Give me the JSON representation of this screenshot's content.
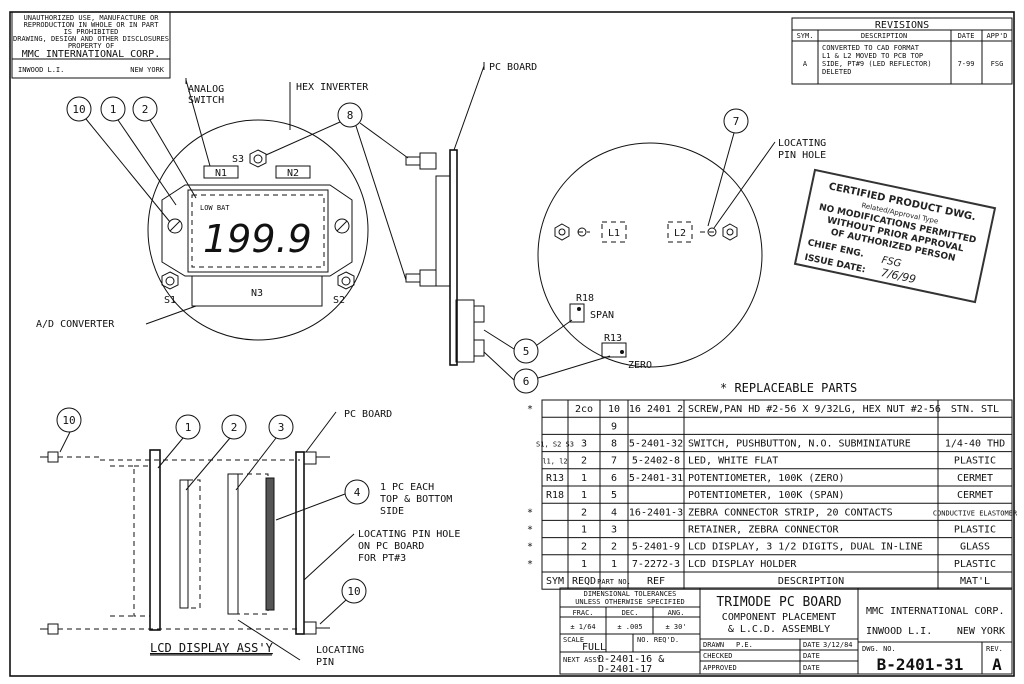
{
  "disclaimer": {
    "lines": [
      "UNAUTHORIZED USE, MANUFACTURE OR",
      "REPRODUCTION IN WHOLE OR IN PART",
      "IS PROHIBITED",
      "DRAWING, DESIGN AND OTHER DISCLOSURES",
      "PROPERTY OF"
    ],
    "company": "MMC INTERNATIONAL CORP.",
    "city": "INWOOD L.I.",
    "state": "NEW YORK"
  },
  "revisions": {
    "title": "REVISIONS",
    "headers": [
      "SYM.",
      "DESCRIPTION",
      "DATE",
      "APP'D"
    ],
    "row": {
      "sym": "A",
      "desc": [
        "CONVERTED TO CAD FORMAT",
        "L1 & L2 MOVED TO PCB TOP",
        "SIDE, PT#9 (LED REFLECTOR)",
        "DELETED"
      ],
      "date": "7-99",
      "appd": "FSG"
    }
  },
  "labels": {
    "analog_switch": [
      "ANALOG",
      "SWITCH"
    ],
    "hex_inverter": "HEX INVERTER",
    "pc_board_top": "PC BOARD",
    "locating_pin_hole": [
      "LOCATING",
      "PIN HOLE"
    ],
    "ad_converter": "A/D CONVERTER",
    "s3": "S3",
    "n1": "N1",
    "n2": "N2",
    "n3": "N3",
    "s1": "S1",
    "s2": "S2",
    "low_bat": "LOW BAT",
    "display_value": "199.9",
    "l1": "L1",
    "l2": "L2",
    "r18": "R18",
    "span": "SPAN",
    "r13": "R13",
    "zero": "ZERO",
    "pc_board_lower": "PC BOARD",
    "one_pc_each": [
      "1 PC EACH",
      "TOP & BOTTOM",
      "SIDE"
    ],
    "locating_pin_hole_pcb": [
      "LOCATING PIN HOLE",
      "ON PC BOARD",
      "FOR PT#3"
    ],
    "locating_pin": [
      "LOCATING",
      "PIN"
    ],
    "lcd_assy": "LCD DISPLAY ASS'Y"
  },
  "balloons": {
    "b10a": "10",
    "b1a": "1",
    "b2a": "2",
    "b8": "8",
    "b7": "7",
    "b5": "5",
    "b6": "6",
    "b10b": "10",
    "b1b": "1",
    "b2b": "2",
    "b3": "3",
    "b4": "4",
    "b10c": "10"
  },
  "stamp": {
    "lines": [
      "CERTIFIED PRODUCT DWG.",
      "Related/Approval Type",
      "NO MODIFICATIONS PERMITTED",
      "WITHOUT PRIOR APPROVAL",
      "OF AUTHORIZED PERSON",
      "CHIEF ENG.",
      "ISSUE DATE:"
    ],
    "chief_sig": "FSG",
    "issue_date": "7/6/99"
  },
  "parts_title": "* REPLACEABLE PARTS",
  "parts_table": {
    "headers": [
      "SYM",
      "REQD",
      "PART NO.",
      "REF",
      "DESCRIPTION",
      "MAT'L"
    ],
    "rows": [
      {
        "star": "*",
        "sym": "",
        "reqd": "2co",
        "part": "10",
        "ref": "16 2401 2",
        "desc": "SCREW,PAN HD #2-56 X 9/32LG, HEX NUT #2-56",
        "mat": "STN. STL"
      },
      {
        "star": "",
        "sym": "",
        "reqd": "",
        "part": "9",
        "ref": "",
        "desc": "",
        "mat": ""
      },
      {
        "star": "",
        "sym": "S1, S2 S3",
        "reqd": "3",
        "part": "8",
        "ref": "5-2401-32",
        "desc": "SWITCH, PUSHBUTTON, N.O. SUBMINIATURE",
        "mat": "1/4-40 THD"
      },
      {
        "star": "",
        "sym": "l1, l2",
        "reqd": "2",
        "part": "7",
        "ref": "5-2402-8",
        "desc": "LED, WHITE FLAT",
        "mat": "PLASTIC"
      },
      {
        "star": "",
        "sym": "R13",
        "reqd": "1",
        "part": "6",
        "ref": "5-2401-31",
        "desc": "POTENTIOMETER, 100K (ZERO)",
        "mat": "CERMET"
      },
      {
        "star": "",
        "sym": "R18",
        "reqd": "1",
        "part": "5",
        "ref": "",
        "desc": "POTENTIOMETER, 100K (SPAN)",
        "mat": "CERMET"
      },
      {
        "star": "*",
        "sym": "",
        "reqd": "2",
        "part": "4",
        "ref": "16-2401-3",
        "desc": "ZEBRA CONNECTOR STRIP, 20 CONTACTS",
        "mat": "CONDUCTIVE ELASTOMER"
      },
      {
        "star": "*",
        "sym": "",
        "reqd": "1",
        "part": "3",
        "ref": "",
        "desc": "RETAINER, ZEBRA CONNECTOR",
        "mat": "PLASTIC"
      },
      {
        "star": "*",
        "sym": "",
        "reqd": "2",
        "part": "2",
        "ref": "5-2401-9",
        "desc": "LCD DISPLAY, 3 1/2 DIGITS, DUAL IN-LINE",
        "mat": "GLASS"
      },
      {
        "star": "*",
        "sym": "",
        "reqd": "1",
        "part": "1",
        "ref": "7-2272-3",
        "desc": "LCD DISPLAY HOLDER",
        "mat": "PLASTIC"
      }
    ]
  },
  "title_block": {
    "tol_title": "DIMENSIONAL TOLERANCES",
    "tol_sub": "UNLESS OTHERWISE SPECIFIED",
    "tol_heads": [
      "FRAC.",
      "DEC.",
      "ANG."
    ],
    "tol_vals": [
      "± 1/64",
      "± .005",
      "± 30'"
    ],
    "scale_label": "SCALE",
    "scale": "FULL",
    "noreqd_label": "NO. REQ'D.",
    "next_assy_label": "NEXT ASSY.",
    "next_assy": [
      "D-2401-16 &",
      "D-2401-17"
    ],
    "title": "TRIMODE PC BOARD",
    "subtitle": [
      "COMPONENT PLACEMENT",
      "& L.C.D. ASSEMBLY"
    ],
    "drawn_label": "DRAWN",
    "drawn": "P.E.",
    "date_label": "DATE",
    "drawn_date": "3/12/84",
    "checked_label": "CHECKED",
    "approved_label": "APPROVED",
    "company": "MMC INTERNATIONAL CORP.",
    "city": "INWOOD L.I.",
    "state": "NEW YORK",
    "dwg_label": "DWG. NO.",
    "dwg_no": "B-2401-31",
    "rev_label": "REV.",
    "rev": "A"
  }
}
